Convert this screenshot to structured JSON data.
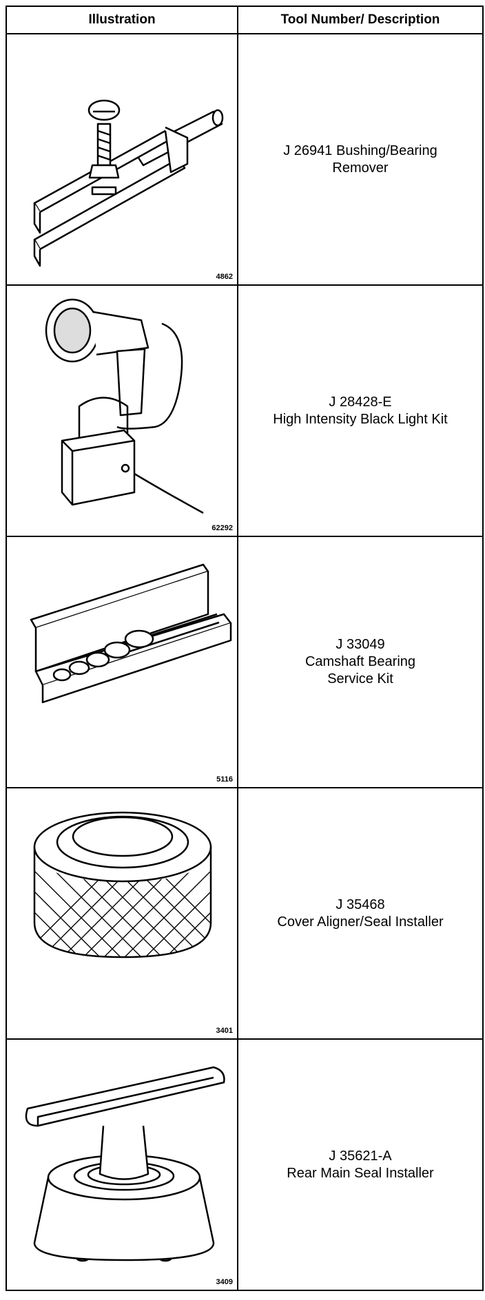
{
  "table": {
    "headers": {
      "illustration": "Illustration",
      "description": "Tool Number/ Description"
    },
    "rows": [
      {
        "figure_number": "4862",
        "icon": "bushing-bearing-remover-icon",
        "lines": [
          "J 26941 Bushing/Bearing",
          "Remover"
        ]
      },
      {
        "figure_number": "62292",
        "icon": "black-light-kit-icon",
        "lines": [
          "J 28428-E",
          "High Intensity Black Light Kit"
        ]
      },
      {
        "figure_number": "5116",
        "icon": "camshaft-bearing-kit-icon",
        "lines": [
          "J 33049",
          "Camshaft Bearing",
          "Service Kit"
        ]
      },
      {
        "figure_number": "3401",
        "icon": "cover-aligner-seal-installer-icon",
        "lines": [
          "J 35468",
          "Cover Aligner/Seal Installer"
        ]
      },
      {
        "figure_number": "3409",
        "icon": "rear-main-seal-installer-icon",
        "lines": [
          "J 35621-A",
          "Rear Main Seal Installer"
        ]
      }
    ]
  }
}
